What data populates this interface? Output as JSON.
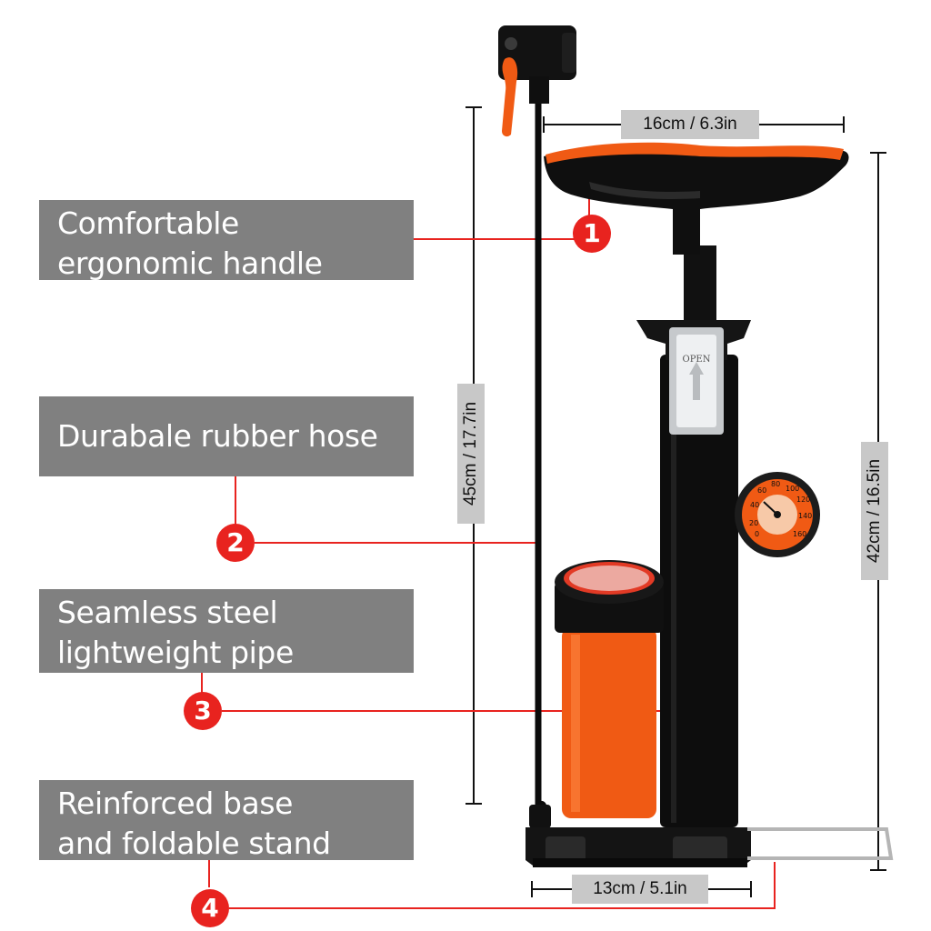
{
  "callouts": [
    {
      "number": "1",
      "lines": [
        "Comfortable",
        "ergonomic handle"
      ]
    },
    {
      "number": "2",
      "lines": [
        "Durabale rubber hose"
      ]
    },
    {
      "number": "3",
      "lines": [
        "Seamless steel",
        "lightweight pipe"
      ]
    },
    {
      "number": "4",
      "lines": [
        "Reinforced base",
        "and foldable stand"
      ]
    }
  ],
  "dimensions": {
    "handle_width": "16cm / 6.3in",
    "total_height": "45cm / 17.7in",
    "body_height": "42cm / 16.5in",
    "base_width": "13cm / 5.1in"
  },
  "product": {
    "valve_label": "OPEN",
    "gauge_ticks": [
      "0",
      "20",
      "40",
      "60",
      "80",
      "100",
      "120",
      "140",
      "160"
    ]
  },
  "colors": {
    "label_background": "#808080",
    "label_text": "#ffffff",
    "badge": "#e8231f",
    "leader_line": "#e8231f",
    "dimension_background": "#c8c8c8",
    "accent_orange": "#f05a14",
    "pump_body": "#0d0d0d"
  }
}
